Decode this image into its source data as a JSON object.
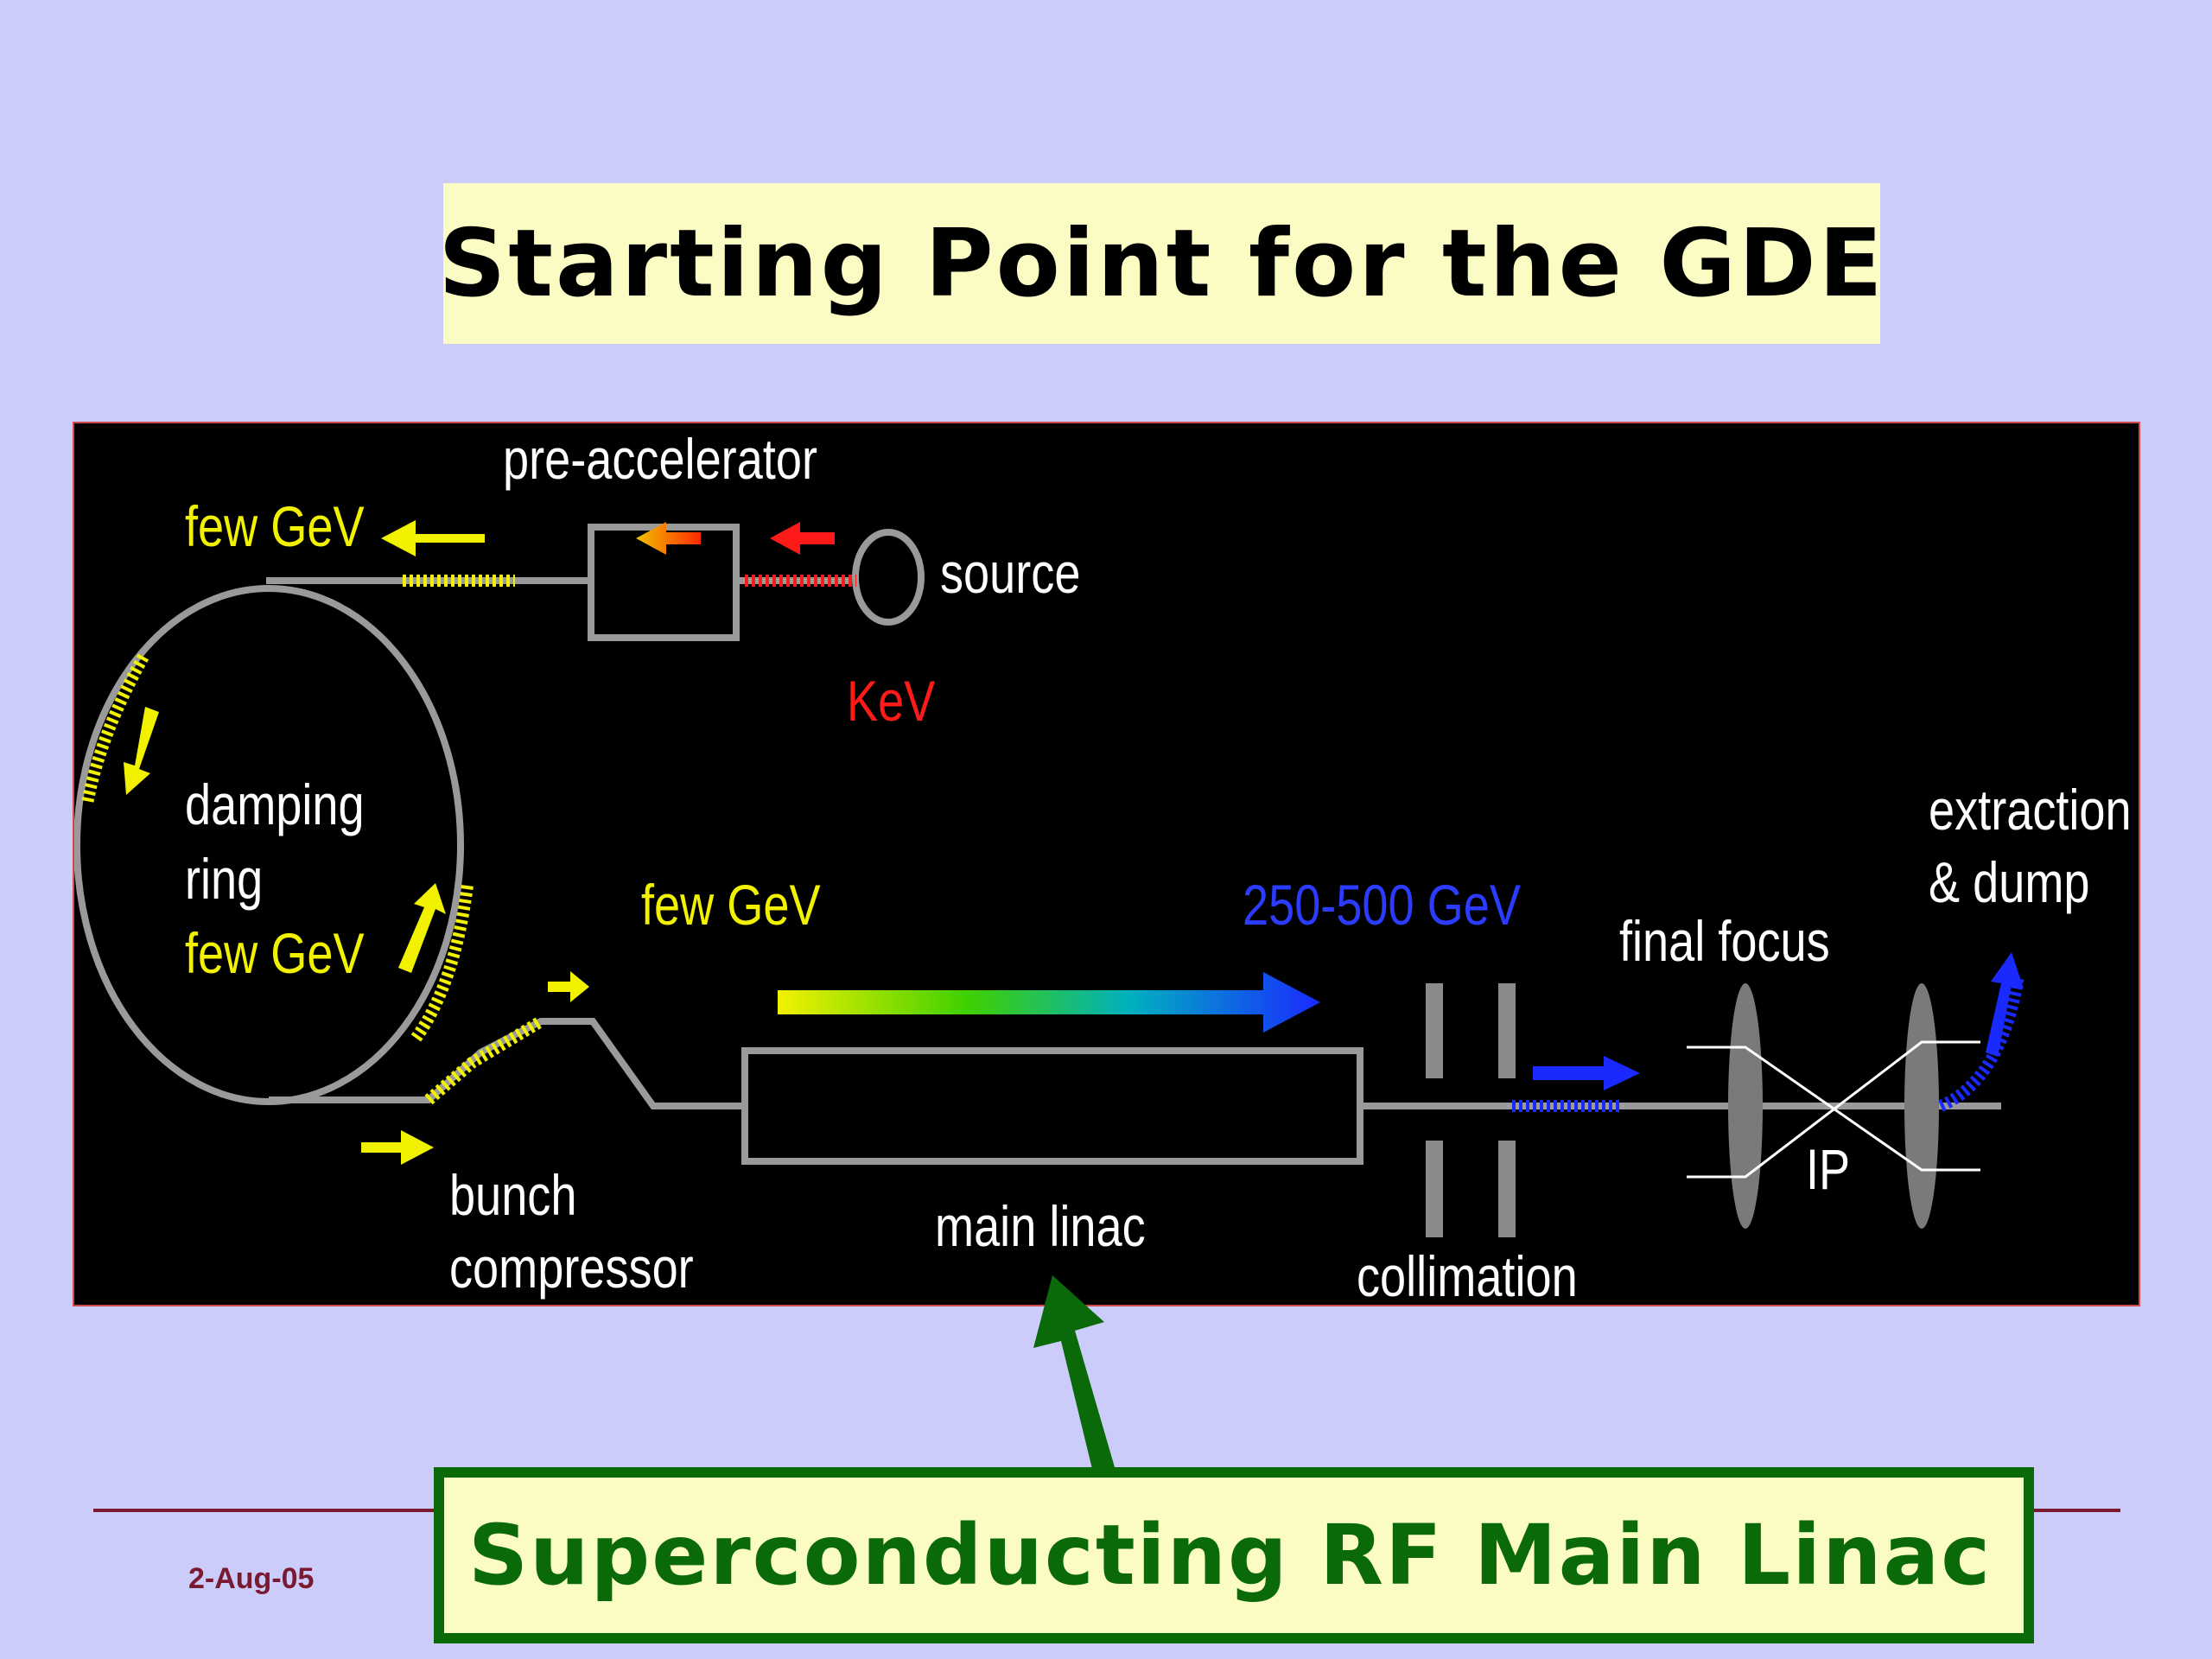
{
  "title": "Starting Point for the GDE",
  "labels": {
    "pre_accelerator": "pre-accelerator",
    "source": "source",
    "kev": "KeV",
    "few_gev_top": "few GeV",
    "damping_ring_1": "damping",
    "damping_ring_2": "ring",
    "few_gev_ring": "few GeV",
    "few_gev_mid": "few GeV",
    "gev_250_500": "250-500 GeV",
    "final_focus": "final focus",
    "extraction_1": "extraction",
    "extraction_2": "& dump",
    "bunch_1": "bunch",
    "bunch_2": "compressor",
    "main_linac": "main linac",
    "collimation": "collimation",
    "ip": "IP"
  },
  "callout": "Superconducting RF Main Linac",
  "date": "2-Aug-05",
  "colors": {
    "background": "#ccccfa",
    "title_box": "#fbfbc4",
    "beamline": "#9a9a9a",
    "low_energy": "#f2f200",
    "source_energy": "#ff1a1a",
    "high_energy": "#1a1aff",
    "callout_green": "#0a6a0a",
    "rule": "#7a1a30"
  }
}
